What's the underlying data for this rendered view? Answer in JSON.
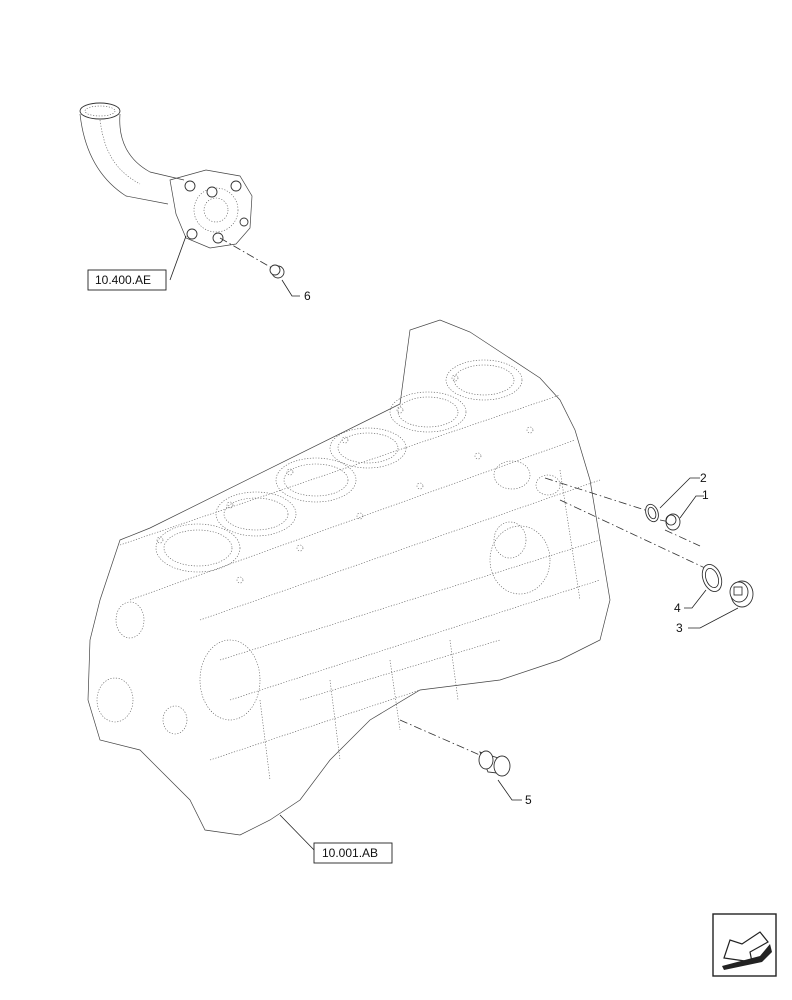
{
  "references": {
    "water_pump": "10.400.AE",
    "engine_block": "10.001.AB"
  },
  "callouts": {
    "c1": "1",
    "c2": "2",
    "c3": "3",
    "c4": "4",
    "c5": "5",
    "c6": "6"
  },
  "nav_icon": "arrow-icon"
}
